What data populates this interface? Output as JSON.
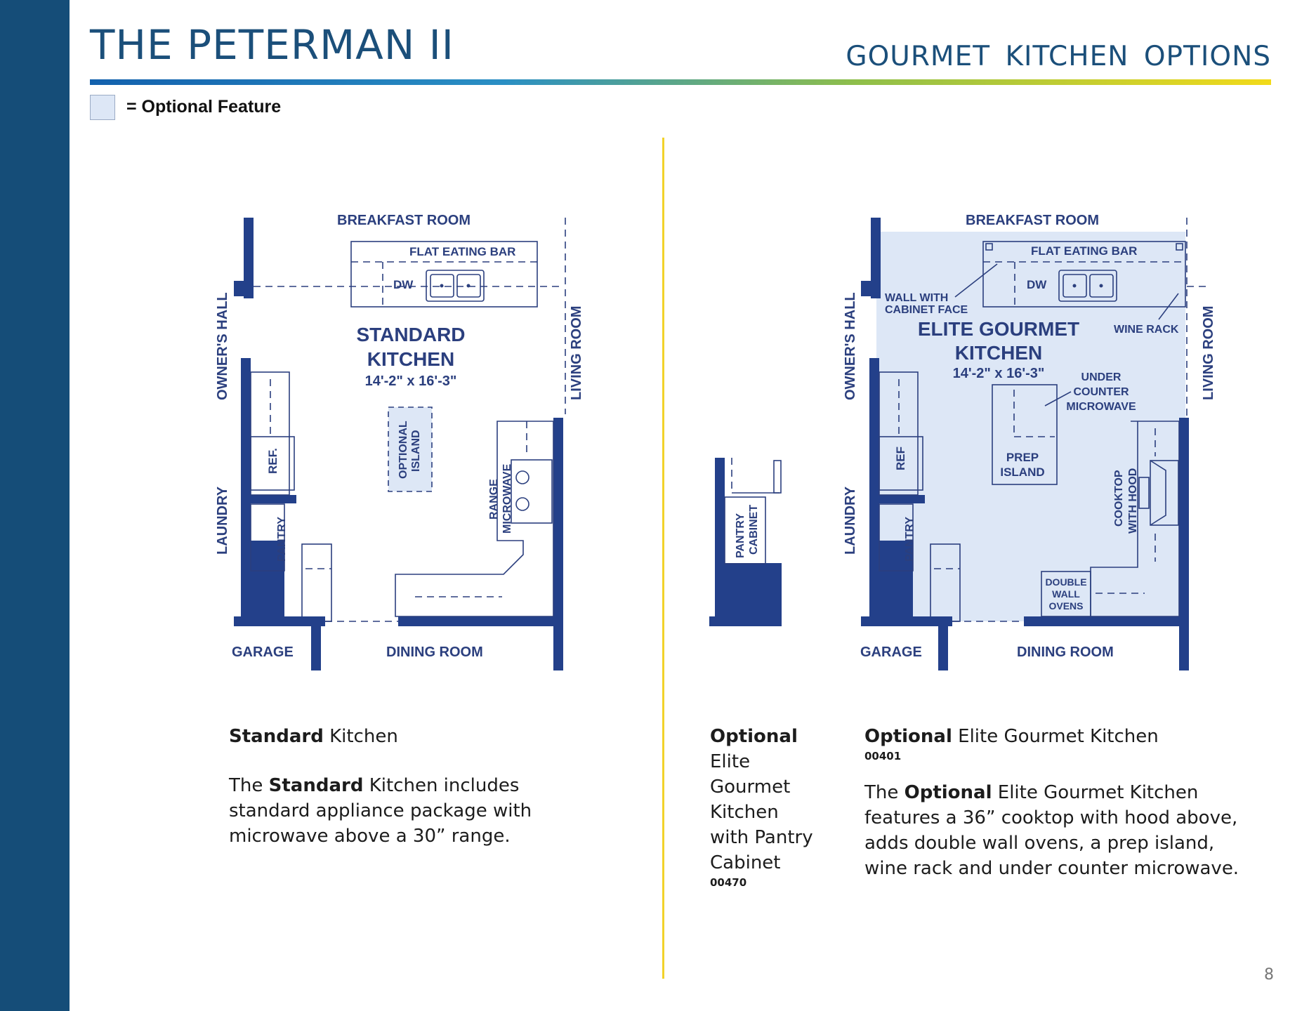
{
  "header": {
    "title": "THE PETERMAN II",
    "subtitle": "GOURMET KITCHEN OPTIONS"
  },
  "legend": {
    "label": "= Optional Feature"
  },
  "colors": {
    "sidebar": "#154d78",
    "title": "#1b4f7a",
    "optional_fill": "#dde7f6",
    "wall": "#23408a",
    "divider": "#f2d22a"
  },
  "standard_plan": {
    "breakfast_room": "BREAKFAST ROOM",
    "flat_eating_bar": "FLAT EATING BAR",
    "dw": "DW",
    "owners_hall": "OWNER'S HALL",
    "living_room": "LIVING ROOM",
    "room_name_1": "STANDARD",
    "room_name_2": "KITCHEN",
    "dimensions": "14'-2\" x 16'-3\"",
    "optional_island_1": "OPTIONAL",
    "optional_island_2": "ISLAND",
    "ref": "REF.",
    "pantry": "PANTRY",
    "laundry": "LAUNDRY",
    "range": "RANGE",
    "microwave": "MICROWAVE",
    "garage": "GARAGE",
    "dining_room": "DINING ROOM"
  },
  "pantry_cabinet_plan": {
    "label_1": "PANTRY",
    "label_2": "CABINET"
  },
  "elite_plan": {
    "breakfast_room": "BREAKFAST ROOM",
    "flat_eating_bar": "FLAT EATING BAR",
    "dw": "DW",
    "wall_with": "WALL WITH",
    "cabinet_face": "CABINET FACE",
    "owners_hall": "OWNER'S HALL",
    "living_room": "LIVING ROOM",
    "room_name_1": "ELITE GOURMET",
    "room_name_2": "KITCHEN",
    "dimensions": "14'-2\" x 16'-3\"",
    "wine_rack": "WINE RACK",
    "under": "UNDER",
    "counter": "COUNTER",
    "microwave": "MICROWAVE",
    "prep": "PREP",
    "island": "ISLAND",
    "ref": "REF",
    "pantry": "PANTRY",
    "laundry": "LAUNDRY",
    "cooktop": "COOKTOP",
    "with_hood": "WITH HOOD",
    "double": "DOUBLE",
    "wall": "WALL",
    "ovens": "OVENS",
    "garage": "GARAGE",
    "dining_room": "DINING ROOM"
  },
  "captions": {
    "standard": {
      "title_bold": "Standard",
      "title_rest": " Kitchen",
      "body_1": "The ",
      "body_bold": "Standard",
      "body_2": " Kitchen includes standard appliance package with microwave above a 30” range."
    },
    "pantry": {
      "title_bold": "Optional",
      "title_rest": "Elite Gourmet Kitchen with Pantry Cabinet",
      "code": "00470"
    },
    "elite": {
      "title_bold": "Optional",
      "title_rest": " Elite Gourmet Kitchen",
      "code": "00401",
      "body_1": "The ",
      "body_bold": "Optional",
      "body_2": " Elite Gourmet Kitchen features a 36” cooktop with hood above, adds double wall ovens, a prep island, wine rack and under counter microwave."
    }
  },
  "page_number": "8"
}
